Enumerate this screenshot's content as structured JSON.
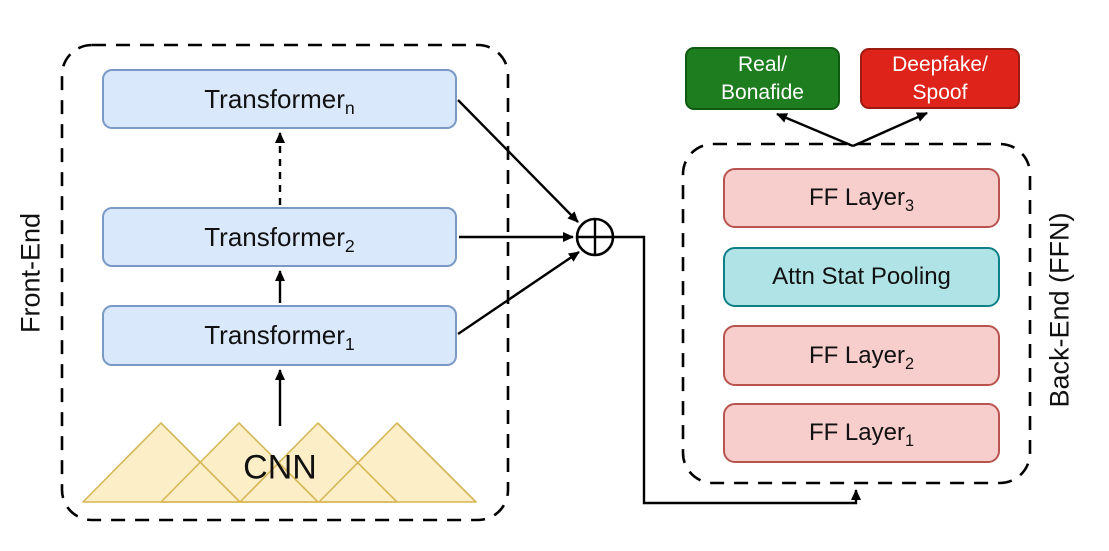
{
  "front_end": {
    "label": "Front-End",
    "transformers": [
      {
        "text": "Transformer",
        "sub": "n"
      },
      {
        "text": "Transformer",
        "sub": "2"
      },
      {
        "text": "Transformer",
        "sub": "1"
      }
    ],
    "cnn_label": "CNN"
  },
  "back_end": {
    "label": "Back-End (FFN)",
    "layers": [
      {
        "text": "FF Layer",
        "sub": "3"
      },
      {
        "text": "Attn Stat Pooling",
        "sub": ""
      },
      {
        "text": "FF Layer",
        "sub": "2"
      },
      {
        "text": "FF Layer",
        "sub": "1"
      }
    ]
  },
  "outputs": {
    "real": {
      "line1": "Real/",
      "line2": "Bonafide"
    },
    "spoof": {
      "line1": "Deepfake/",
      "line2": "Spoof"
    }
  },
  "icons": {
    "sum_node": "circled-plus (feature aggregation)"
  },
  "colors": {
    "transformer_fill": "#dae8fc",
    "transformer_border": "#7b99c5",
    "ff_layer_fill": "#f8cecc",
    "ff_layer_border": "#b85450",
    "pooling_fill": "#b0e3e6",
    "pooling_border": "#0e8088",
    "cnn_fill": "#fcefc7",
    "cnn_border": "#d6b656",
    "real_fill": "#1d7d1f",
    "spoof_fill": "#de231a",
    "line_color": "#000000"
  }
}
